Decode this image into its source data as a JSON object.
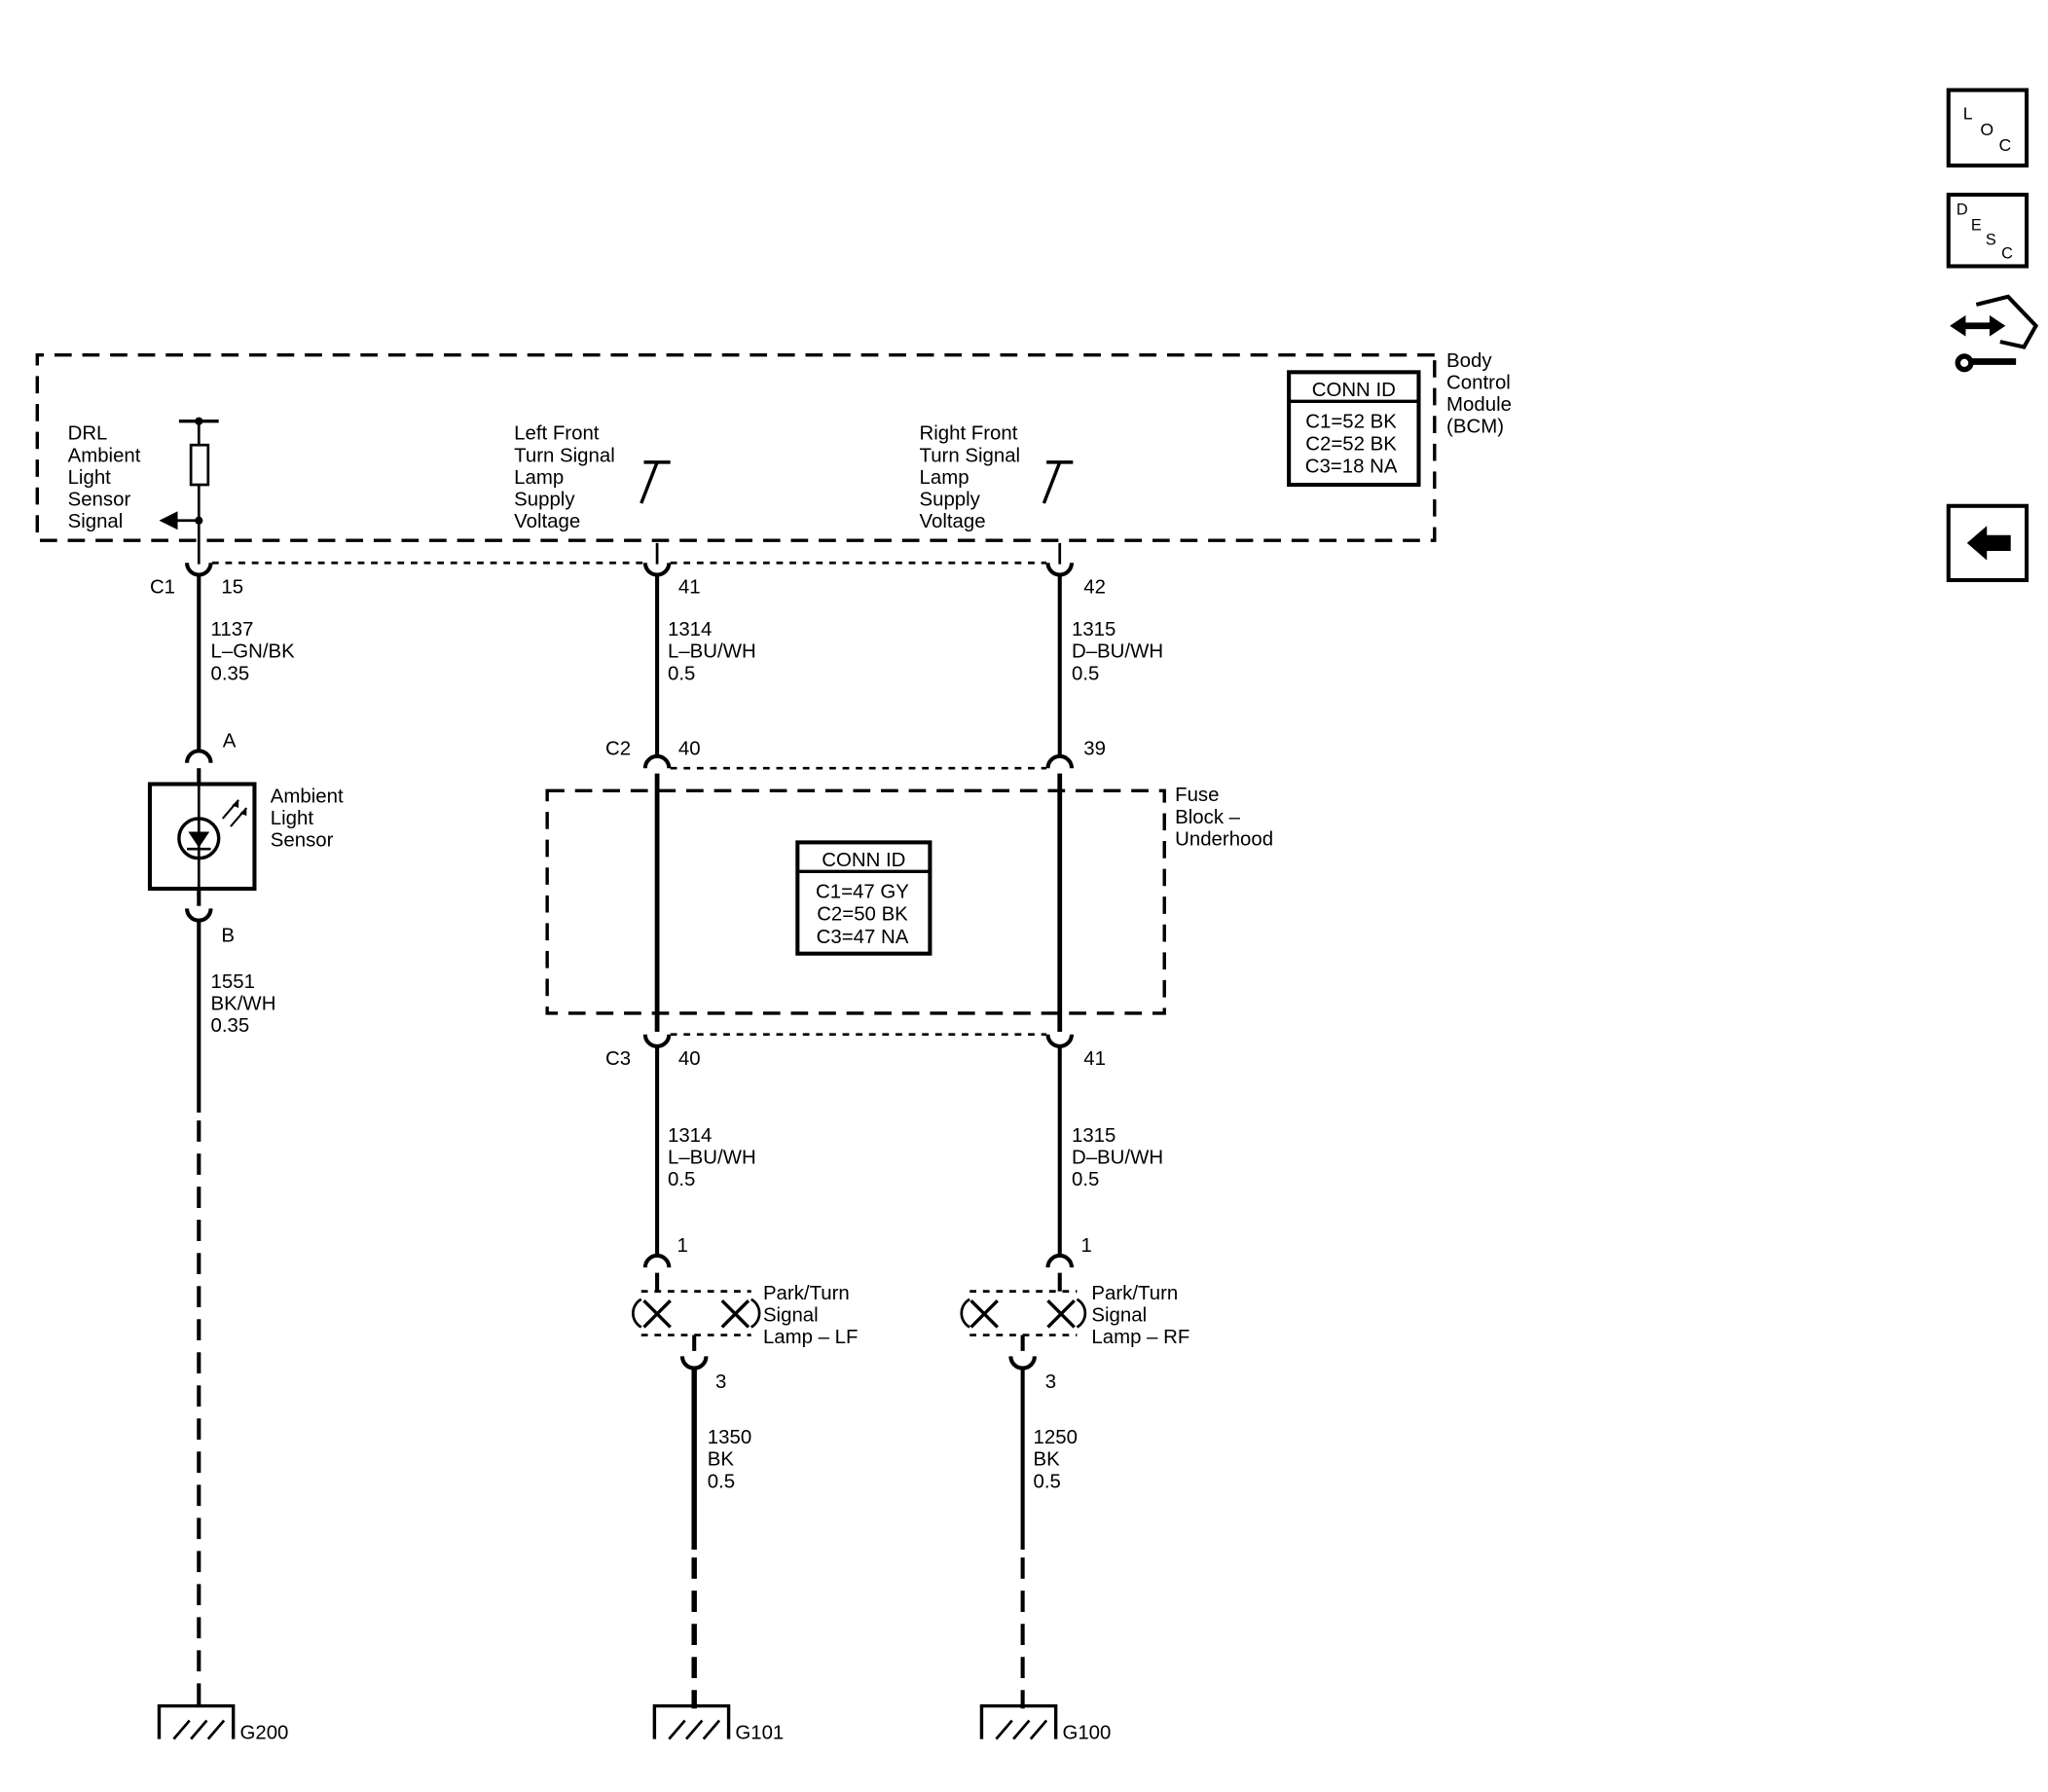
{
  "bcm": {
    "name": "Body\nControl\nModule\n(BCM)",
    "conn_id": {
      "title": "CONN ID",
      "rows": [
        "C1=52 BK",
        "C2=52 BK",
        "C3=18 NA"
      ]
    },
    "connector": "C1",
    "signals": [
      {
        "label": "DRL\nAmbient\nLight\nSensor\nSignal",
        "pin": "15"
      },
      {
        "label": "Left Front\nTurn Signal\nLamp\nSupply\nVoltage",
        "pin": "41"
      },
      {
        "label": "Right Front\nTurn Signal\nLamp\nSupply\nVoltage",
        "pin": "42"
      }
    ]
  },
  "fuse_block": {
    "name": "Fuse\nBlock –\nUnderhood",
    "conn_id": {
      "title": "CONN ID",
      "rows": [
        "C1=47 GY",
        "C2=50 BK",
        "C3=47 NA"
      ]
    },
    "c2": {
      "connector": "C2",
      "pins": [
        "40",
        "39"
      ]
    },
    "c3": {
      "connector": "C3",
      "pins": [
        "40",
        "41"
      ]
    }
  },
  "wires": {
    "w1137": "1137\nL–GN/BK\n0.35",
    "w1314_top": "1314\nL–BU/WH\n0.5",
    "w1315_top": "1315\nD–BU/WH\n0.5",
    "w1551": "1551\nBK/WH\n0.35",
    "w1314_bot": "1314\nL–BU/WH\n0.5",
    "w1315_bot": "1315\nD–BU/WH\n0.5",
    "w1350": "1350\nBK\n0.5",
    "w1250": "1250\nBK\n0.5"
  },
  "sensor": {
    "name": "Ambient\nLight\nSensor",
    "pin_a": "A",
    "pin_b": "B"
  },
  "lamps": [
    {
      "name": "Park/Turn\nSignal\nLamp – LF",
      "pin_in": "1",
      "pin_out": "3"
    },
    {
      "name": "Park/Turn\nSignal\nLamp – RF",
      "pin_in": "1",
      "pin_out": "3"
    }
  ],
  "grounds": [
    "G200",
    "G101",
    "G100"
  ],
  "nav": {
    "loc": {
      "l1": "L",
      "l2": "O",
      "l3": "C"
    },
    "desc": {
      "l1": "D",
      "l2": "E",
      "l3": "S",
      "l4": "C"
    },
    "connector_icon": "connector-end-view-icon",
    "back_icon": "back-arrow-icon"
  }
}
